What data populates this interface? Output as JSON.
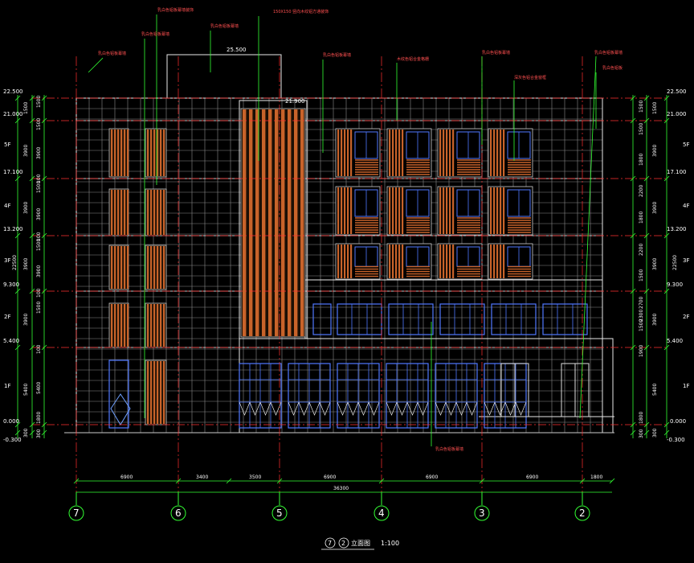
{
  "drawing": {
    "title": "立面图",
    "scale": "1:100",
    "title_marks": [
      "7",
      "2"
    ]
  },
  "levels_left": [
    "22.500",
    "21.000",
    "17.100",
    "13.200",
    "9.300",
    "5.400",
    "0.000",
    "-0.300"
  ],
  "levels_right": [
    "22.500",
    "21.000",
    "17.100",
    "13.200",
    "9.300",
    "5.400",
    "0.000",
    "-0.300"
  ],
  "top_levels": [
    "25.500",
    "21.900"
  ],
  "floors": [
    "5F",
    "4F",
    "3F",
    "2F",
    "1F"
  ],
  "dims_left_outer": [
    "1500",
    "3900",
    "3900",
    "22500",
    "3900",
    "3900",
    "5400",
    "300"
  ],
  "dims_left_inner": [
    "1500",
    "1500",
    "3900",
    "1500",
    "100",
    "3900",
    "100",
    "1500",
    "3900",
    "100",
    "1500",
    "100",
    "5400",
    "1800",
    "300"
  ],
  "dims_right_outer": [
    "1500",
    "3900",
    "3900",
    "22500",
    "3900",
    "3900",
    "5400",
    "300"
  ],
  "dims_right_inner": [
    "1500",
    "1500",
    "1800",
    "2200",
    "1800",
    "2200",
    "1500",
    "2700",
    "1500",
    "2300",
    "1900",
    "1800",
    "300"
  ],
  "dims_bottom": [
    "6900",
    "3400",
    "3500",
    "6900",
    "6900",
    "6900",
    "1800"
  ],
  "dims_total": "36300",
  "axes": [
    "7",
    "6",
    "5",
    "4",
    "3",
    "2"
  ],
  "annotations": [
    "乳白色铝板幕墙装饰",
    "乳白色铝板幕墙",
    "150X150 竖向木纹铝方通装饰",
    "乳白色铝板幕墙",
    "乳白色铝板幕墙",
    "木纹色铝合金格栅",
    "乳白色铝板幕墙",
    "乳白色铝板幕墙",
    "深灰色铝合金窗框",
    "乳白色铝板",
    "乳白色铝板幕墙",
    "乳白色铝板幕墙"
  ]
}
